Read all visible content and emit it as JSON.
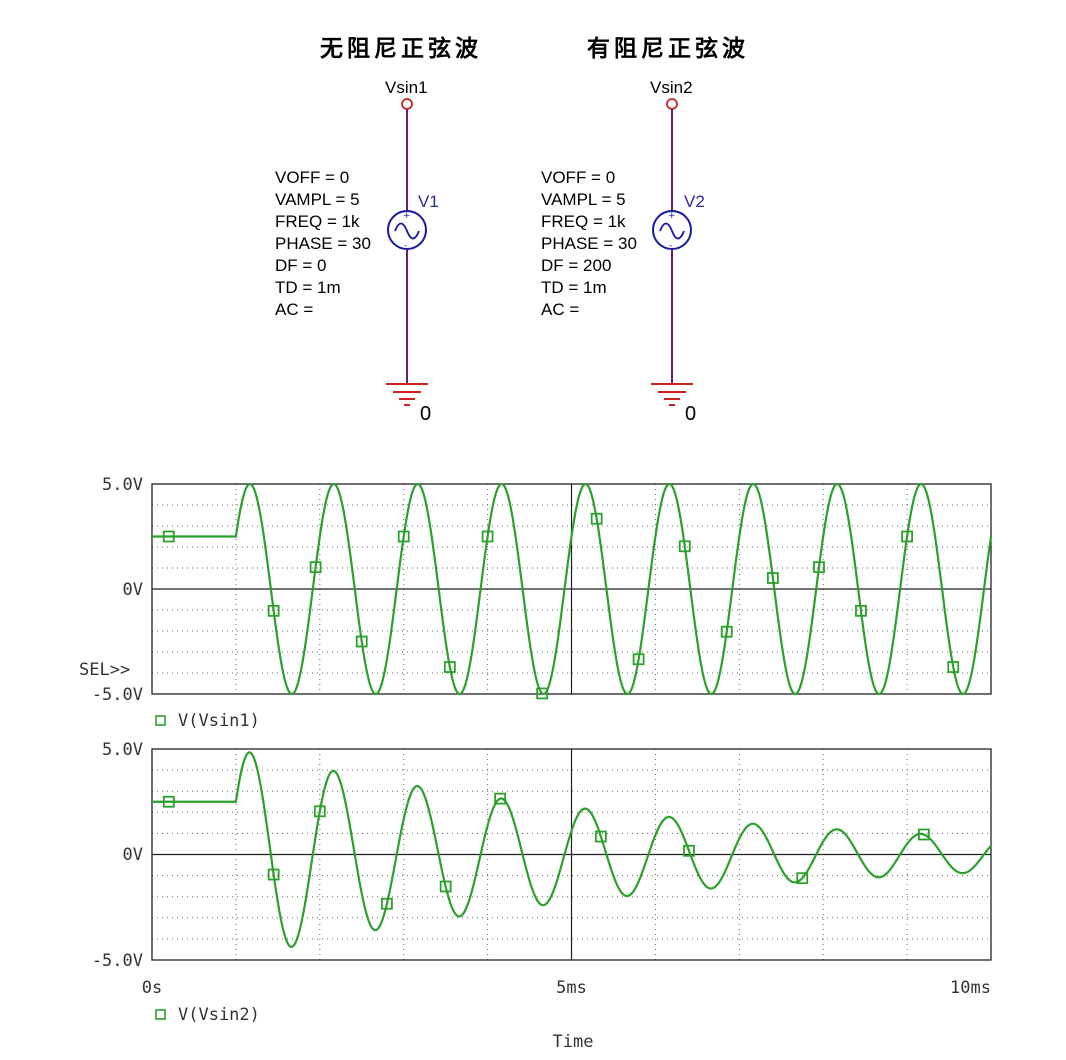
{
  "schematic": {
    "title_left": "无阻尼正弦波",
    "title_right": "有阻尼正弦波",
    "sources": [
      {
        "node_label": "Vsin1",
        "part_label": "V1",
        "params": [
          "VOFF = 0",
          "VAMPL = 5",
          "FREQ = 1k",
          "PHASE = 30",
          "DF = 0",
          "TD = 1m",
          "AC ="
        ],
        "ground_label": "0"
      },
      {
        "node_label": "Vsin2",
        "part_label": "V2",
        "params": [
          "VOFF = 0",
          "VAMPL = 5",
          "FREQ = 1k",
          "PHASE = 30",
          "DF = 200",
          "TD = 1m",
          "AC ="
        ],
        "ground_label": "0"
      }
    ],
    "colors": {
      "wire": "#6b1f6b",
      "pin": "#cc2222",
      "ground": "#cc2222",
      "symbol": "#1a1aa0",
      "part_label": "#2a2a9a"
    }
  },
  "chart_data": [
    {
      "type": "line",
      "selected_marker": "SEL>>",
      "x_range": [
        0,
        10
      ],
      "x_unit": "ms",
      "ylim": [
        -5,
        5
      ],
      "y_ticks": [
        "5.0V",
        "0V",
        "-5.0V"
      ],
      "grid": "dotted",
      "series": [
        {
          "name": "V(Vsin1)",
          "color": "#2ca02c",
          "offset": 0,
          "amplitude": 5,
          "freq_khz": 1,
          "phase_deg": 30,
          "damping": 0,
          "delay_ms": 1,
          "marker_times_ms": [
            0.2,
            1.45,
            1.95,
            2.5,
            3.0,
            3.55,
            4.0,
            4.65,
            5.3,
            5.8,
            6.35,
            6.85,
            7.4,
            7.95,
            8.45,
            9.0,
            9.55
          ]
        }
      ]
    },
    {
      "type": "line",
      "x_range": [
        0,
        10
      ],
      "x_unit": "ms",
      "x_ticks": [
        "0s",
        "5ms",
        "10ms"
      ],
      "xlabel": "Time",
      "ylim": [
        -5,
        5
      ],
      "y_ticks": [
        "5.0V",
        "0V",
        "-5.0V"
      ],
      "grid": "dotted",
      "series": [
        {
          "name": "V(Vsin2)",
          "color": "#2ca02c",
          "offset": 0,
          "amplitude": 5,
          "freq_khz": 1,
          "phase_deg": 30,
          "damping": 200,
          "delay_ms": 1,
          "marker_times_ms": [
            0.2,
            1.45,
            2.0,
            2.8,
            3.5,
            4.15,
            5.35,
            6.4,
            7.75,
            9.2
          ]
        }
      ]
    }
  ]
}
